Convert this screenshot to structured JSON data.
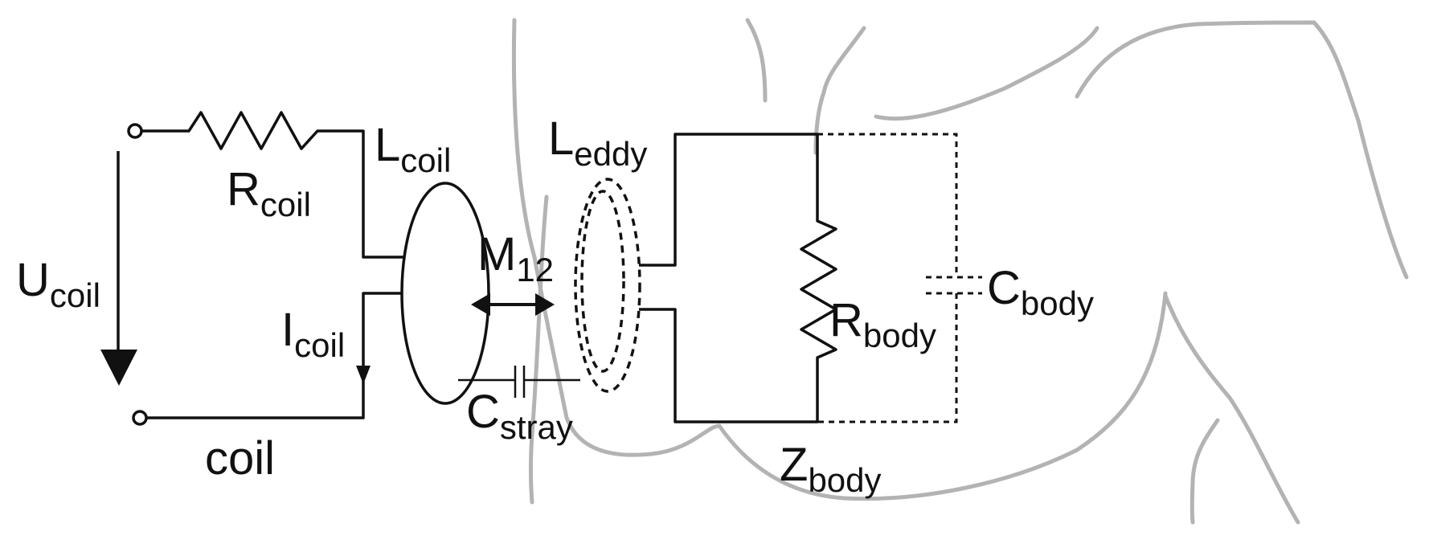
{
  "labels": {
    "r_coil": {
      "main": "R",
      "sub": "coil"
    },
    "l_coil": {
      "main": "L",
      "sub": "coil"
    },
    "u_coil": {
      "main": "U",
      "sub": "coil"
    },
    "i_coil": {
      "main": "I",
      "sub": "coil"
    },
    "coil": "coil",
    "m12": {
      "main": "M",
      "sub": "12"
    },
    "c_stray": {
      "main": "C",
      "sub": "stray"
    },
    "l_eddy": {
      "main": "L",
      "sub": "eddy"
    },
    "r_body": {
      "main": "R",
      "sub": "body"
    },
    "c_body": {
      "main": "C",
      "sub": "body"
    },
    "z_body": {
      "main": "Z",
      "sub": "body"
    }
  },
  "colors": {
    "circuit": "#111111",
    "body_outline": "#b3b3b3",
    "background": "#ffffff"
  }
}
